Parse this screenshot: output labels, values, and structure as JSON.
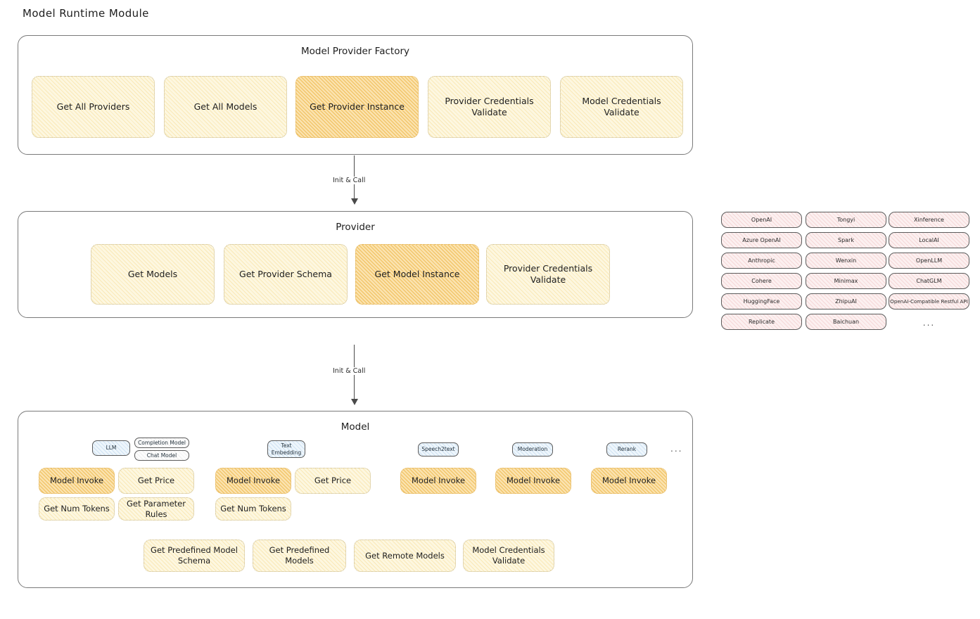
{
  "page": {
    "title": "Model Runtime Module"
  },
  "factory": {
    "title": "Model Provider Factory",
    "items": [
      {
        "label": "Get All Providers",
        "highlight": false
      },
      {
        "label": "Get All Models",
        "highlight": false
      },
      {
        "label": "Get Provider Instance",
        "highlight": true
      },
      {
        "label": "Provider Credentials Validate",
        "highlight": false
      },
      {
        "label": "Model Credentials Validate",
        "highlight": false
      }
    ]
  },
  "arrows": [
    {
      "label": "Init & Call"
    },
    {
      "label": "Init & Call"
    }
  ],
  "provider": {
    "title": "Provider",
    "items": [
      {
        "label": "Get Models",
        "highlight": false
      },
      {
        "label": "Get Provider Schema",
        "highlight": false
      },
      {
        "label": "Get Model Instance",
        "highlight": true
      },
      {
        "label": "Provider Credentials Validate",
        "highlight": false
      }
    ]
  },
  "provider_list": {
    "columns": [
      [
        "OpenAI",
        "Azure OpenAI",
        "Anthropic",
        "Cohere",
        "HuggingFace",
        "Replicate"
      ],
      [
        "Tongyi",
        "Spark",
        "Wenxin",
        "Minimax",
        "ZhipuAI",
        "Baichuan"
      ],
      [
        "Xinference",
        "LocalAI",
        "OpenLLM",
        "ChatGLM",
        "OpenAI-Compatible Restful API",
        "..."
      ]
    ]
  },
  "model": {
    "title": "Model",
    "more": "...",
    "types": [
      {
        "label": "LLM",
        "style": "blue"
      },
      {
        "label": "Completion Model",
        "style": "plain"
      },
      {
        "label": "Chat Model",
        "style": "plain"
      },
      {
        "label": "Text Embedding",
        "style": "blue"
      },
      {
        "label": "Speech2text",
        "style": "blue"
      },
      {
        "label": "Moderation",
        "style": "blue"
      },
      {
        "label": "Rerank",
        "style": "blue"
      }
    ],
    "llm_ops": [
      {
        "label": "Model Invoke",
        "highlight": true
      },
      {
        "label": "Get Price",
        "highlight": false
      },
      {
        "label": "Get Num Tokens",
        "highlight": false
      },
      {
        "label": "Get Parameter Rules",
        "highlight": false
      }
    ],
    "embedding_ops": [
      {
        "label": "Model Invoke",
        "highlight": true
      },
      {
        "label": "Get Price",
        "highlight": false
      },
      {
        "label": "Get Num Tokens",
        "highlight": false
      }
    ],
    "speech2text_ops": [
      {
        "label": "Model Invoke",
        "highlight": true
      }
    ],
    "moderation_ops": [
      {
        "label": "Model Invoke",
        "highlight": true
      }
    ],
    "rerank_ops": [
      {
        "label": "Model Invoke",
        "highlight": true
      }
    ],
    "common_ops": [
      {
        "label": "Get Predefined Model Schema",
        "highlight": false
      },
      {
        "label": "Get Predefined Models",
        "highlight": false
      },
      {
        "label": "Get Remote Models",
        "highlight": false
      },
      {
        "label": "Model Credentials Validate",
        "highlight": false
      }
    ]
  },
  "colors": {
    "box_fill": "#fdf7e0",
    "box_highlight": "#fbe3b0",
    "provider_chip": "#fcf0f0",
    "model_chip": "#eef6fc",
    "stroke": "#7a7a7a"
  }
}
